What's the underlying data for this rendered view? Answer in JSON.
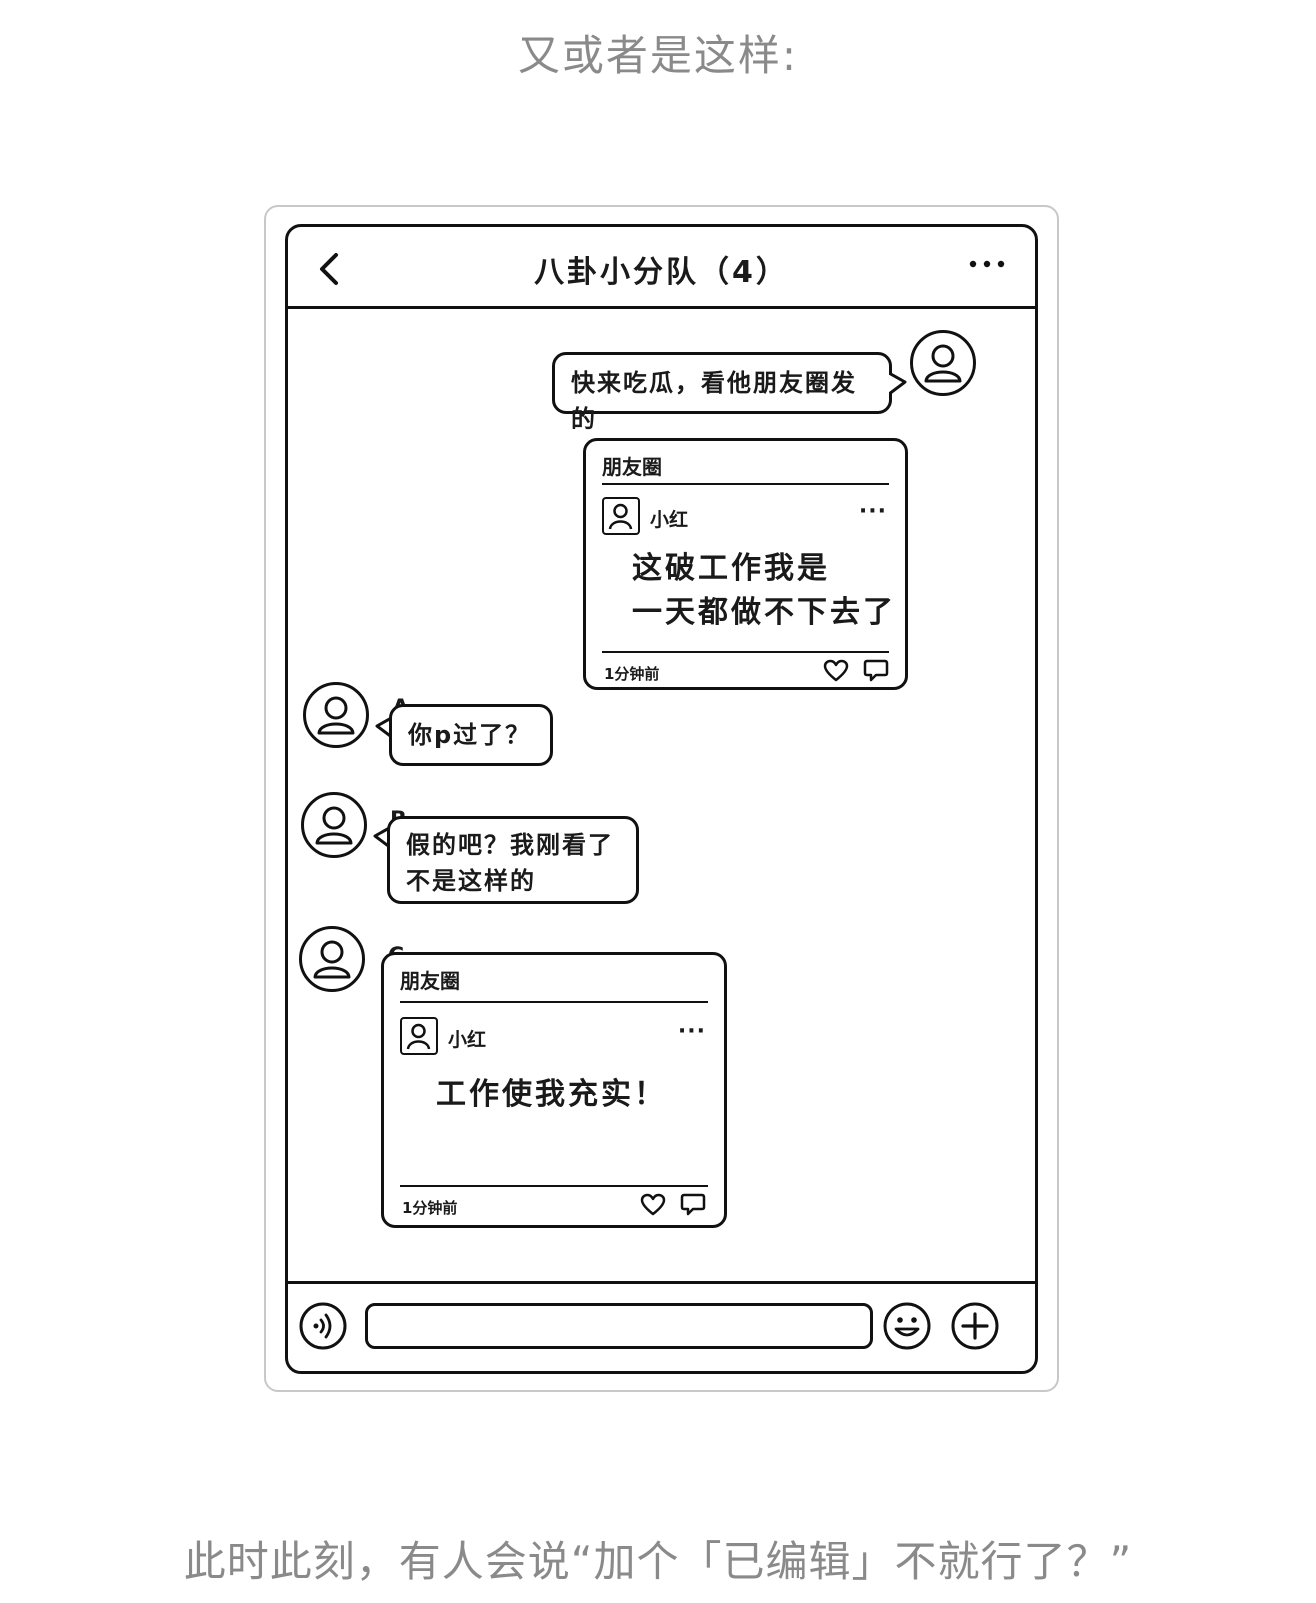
{
  "captions": {
    "top": "又或者是这样:",
    "bottom": "此时此刻，有人会说“加个「已编辑」不就行了？”"
  },
  "nav": {
    "title": "八卦小分队（4）",
    "back_icon": "chevron-left-icon",
    "more_icon": "more-dots-icon"
  },
  "messages": {
    "self_text": "快来吃瓜，看他朋友圈发的",
    "self_moment": {
      "header": "朋友圈",
      "user": "小红",
      "more": "···",
      "line1": "这破工作我是",
      "line2": "一天都做不下去了",
      "time": "1分钟前"
    },
    "a": {
      "sender": "A",
      "text": "你p过了？"
    },
    "b": {
      "sender": "B",
      "line1": "假的吧？我刚看了",
      "line2": "不是这样的"
    },
    "c": {
      "sender": "C",
      "moment": {
        "header": "朋友圈",
        "user": "小红",
        "more": "···",
        "text": "工作使我充实！",
        "time": "1分钟前"
      }
    }
  },
  "input_bar": {
    "voice_icon": "voice-icon",
    "emoji_icon": "emoji-icon",
    "plus_icon": "plus-icon",
    "placeholder": ""
  }
}
